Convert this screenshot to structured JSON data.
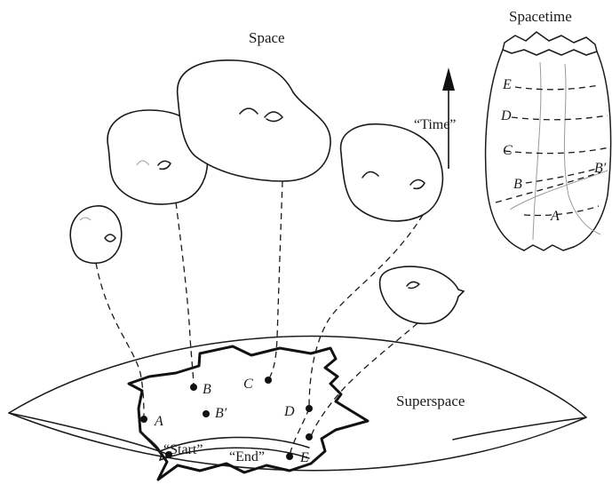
{
  "labels": {
    "space": "Space",
    "spacetime": "Spacetime",
    "superspace": "Superspace",
    "time": "“Time”",
    "start": "“Start”",
    "end": "“End”"
  },
  "superspace_points": {
    "A": "A",
    "B": "B",
    "B_prime": "B′",
    "C": "C",
    "D": "D",
    "E": "E"
  },
  "spacetime_slices": {
    "A": "A",
    "B": "B",
    "B_prime": "B′",
    "C": "C",
    "D": "D",
    "E": "E"
  },
  "colors": {
    "ink": "#1a1a1a",
    "background": "#ffffff"
  }
}
